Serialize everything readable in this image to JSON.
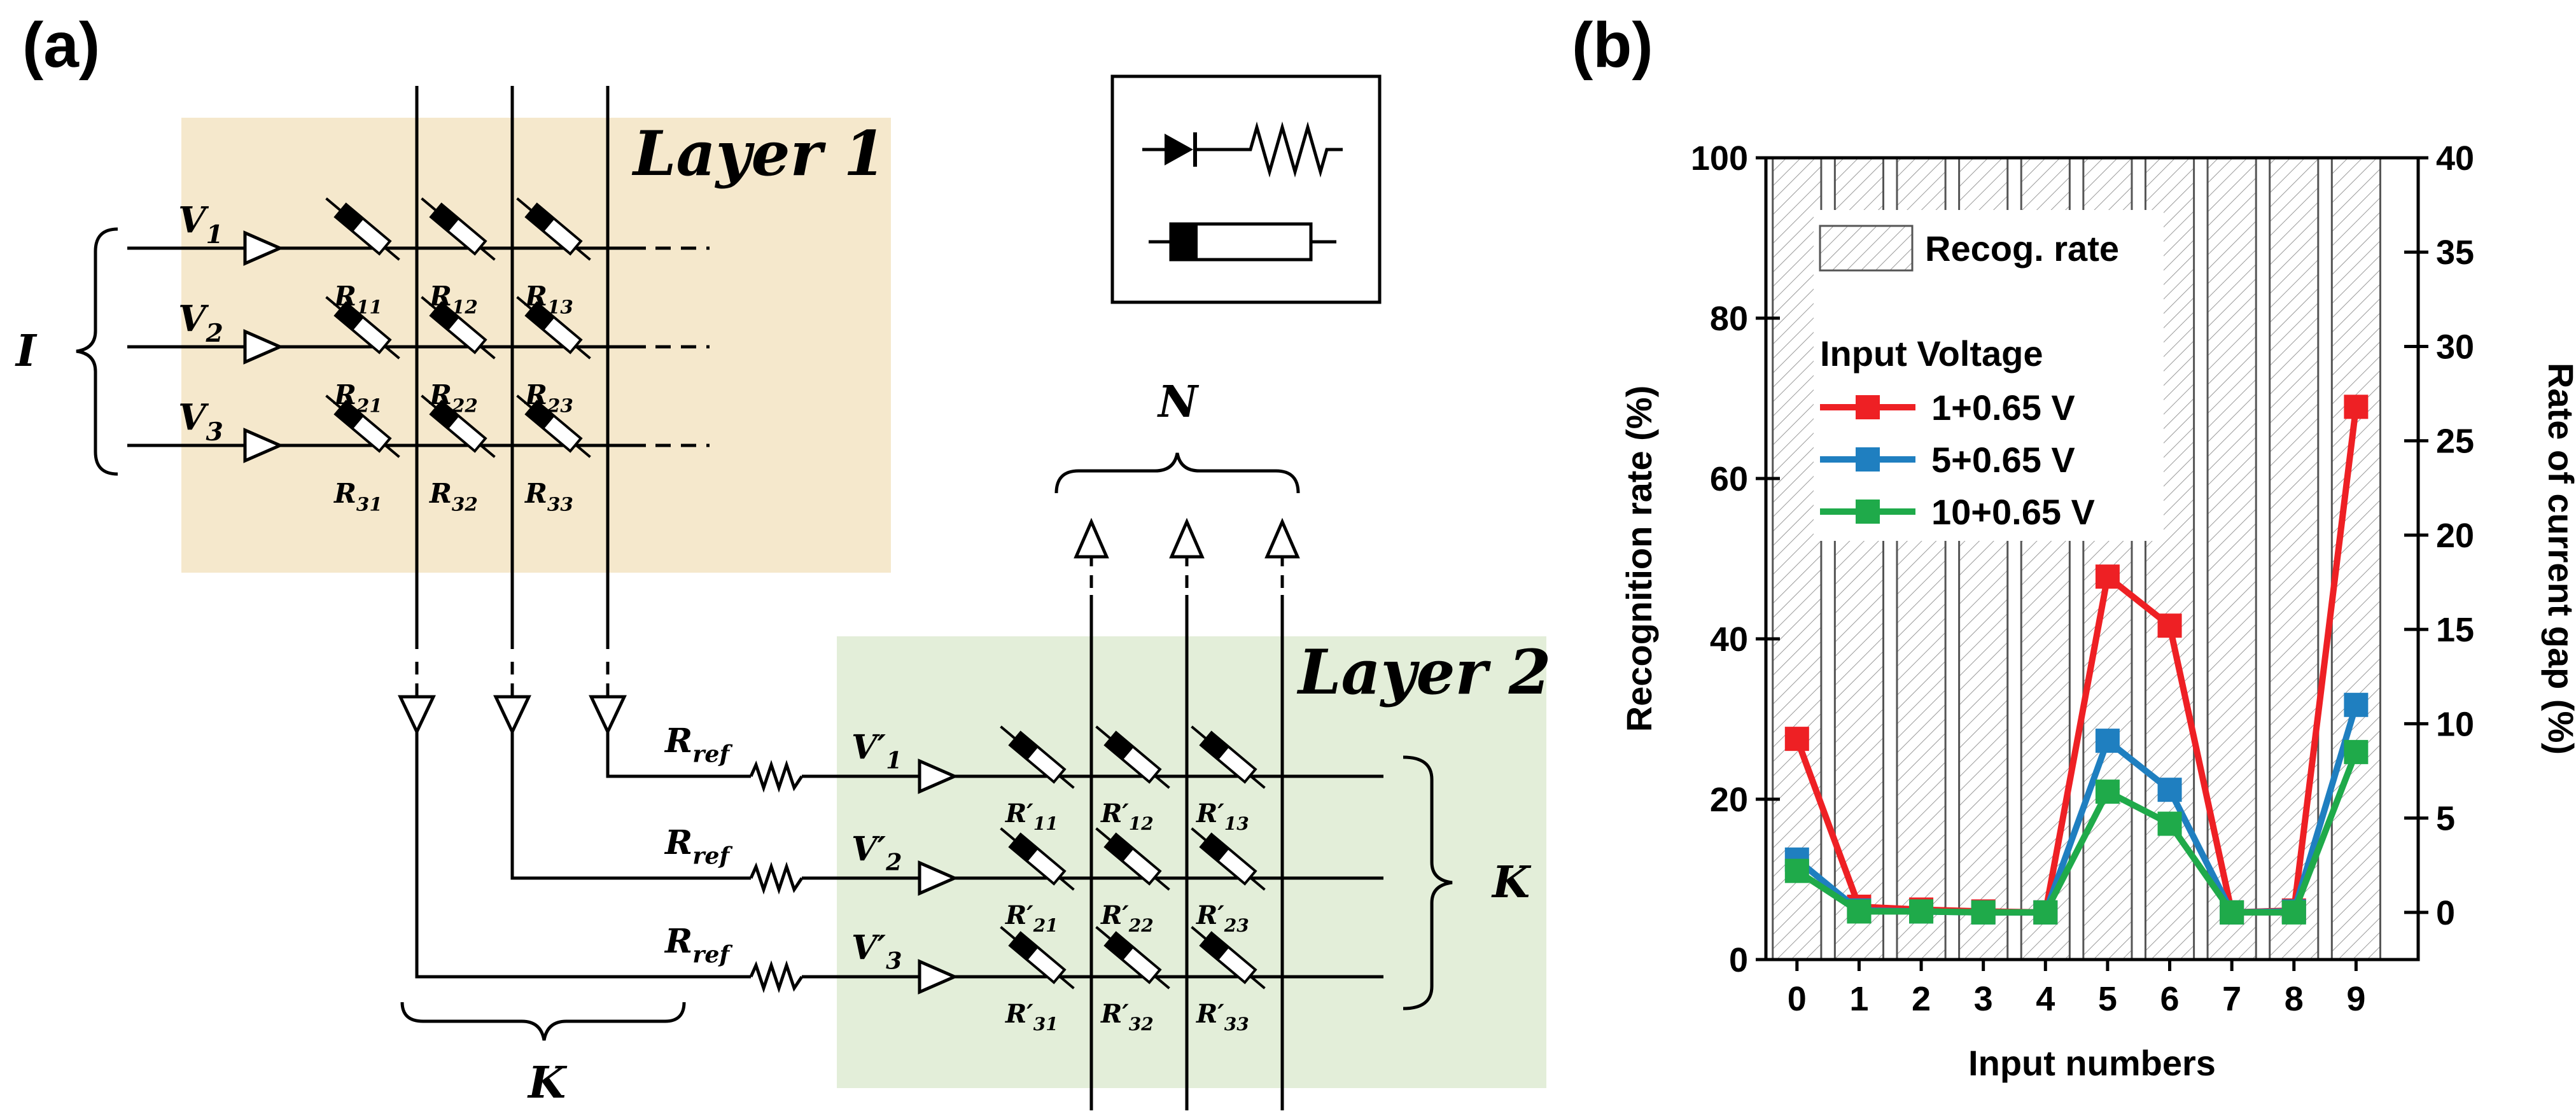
{
  "panels": {
    "a_label": "(a)",
    "b_label": "(b)"
  },
  "diagram": {
    "layer1_title": "Layer 1",
    "layer2_title": "Layer 2",
    "input_group_label": "I",
    "layer1_out_group_label": "K",
    "layer2_in_group_label": "K",
    "output_group_label": "N",
    "layer1_bg": "#f5e8cc",
    "layer2_bg": "#e3eed9",
    "voltages": [
      {
        "sym": "V",
        "prime": "",
        "sub": "1"
      },
      {
        "sym": "V",
        "prime": "",
        "sub": "2"
      },
      {
        "sym": "V",
        "prime": "",
        "sub": "3"
      }
    ],
    "voltages_prime": [
      {
        "sym": "V",
        "prime": "′",
        "sub": "1"
      },
      {
        "sym": "V",
        "prime": "′",
        "sub": "2"
      },
      {
        "sym": "V",
        "prime": "′",
        "sub": "3"
      }
    ],
    "rref": [
      {
        "sym": "R",
        "sub": "ref"
      },
      {
        "sym": "R",
        "sub": "ref"
      },
      {
        "sym": "R",
        "sub": "ref"
      }
    ],
    "layer1_resistors": [
      {
        "sym": "R",
        "prime": "",
        "sub": "11"
      },
      {
        "sym": "R",
        "prime": "",
        "sub": "12"
      },
      {
        "sym": "R",
        "prime": "",
        "sub": "13"
      },
      {
        "sym": "R",
        "prime": "",
        "sub": "21"
      },
      {
        "sym": "R",
        "prime": "",
        "sub": "22"
      },
      {
        "sym": "R",
        "prime": "",
        "sub": "23"
      },
      {
        "sym": "R",
        "prime": "",
        "sub": "31"
      },
      {
        "sym": "R",
        "prime": "",
        "sub": "32"
      },
      {
        "sym": "R",
        "prime": "",
        "sub": "33"
      }
    ],
    "layer2_resistors": [
      {
        "sym": "R",
        "prime": "′",
        "sub": "11"
      },
      {
        "sym": "R",
        "prime": "′",
        "sub": "12"
      },
      {
        "sym": "R",
        "prime": "′",
        "sub": "13"
      },
      {
        "sym": "R",
        "prime": "′",
        "sub": "21"
      },
      {
        "sym": "R",
        "prime": "′",
        "sub": "22"
      },
      {
        "sym": "R",
        "prime": "′",
        "sub": "23"
      },
      {
        "sym": "R",
        "prime": "′",
        "sub": "31"
      },
      {
        "sym": "R",
        "prime": "′",
        "sub": "32"
      },
      {
        "sym": "R",
        "prime": "′",
        "sub": "33"
      }
    ]
  },
  "chart_data": {
    "type": "bar+line",
    "xlabel": "Input numbers",
    "ylabel_left": "Recognition rate (%)",
    "ylabel_right": "Rate of current gap (%)",
    "categories": [
      "0",
      "1",
      "2",
      "3",
      "4",
      "5",
      "6",
      "7",
      "8",
      "9"
    ],
    "ylim_left": [
      0,
      100
    ],
    "ylim_right": [
      -2.5,
      40
    ],
    "yticks_left": [
      "0",
      "20",
      "40",
      "60",
      "80",
      "100"
    ],
    "yticks_right": [
      "0",
      "5",
      "10",
      "15",
      "20",
      "25",
      "30",
      "35",
      "40"
    ],
    "bar_series": {
      "name": "Recog. rate",
      "values": [
        100,
        100,
        100,
        100,
        100,
        100,
        100,
        100,
        100,
        100
      ]
    },
    "legend_title": "Input Voltage",
    "line_series": [
      {
        "name": "1+0.65 V",
        "color": "#ee2024",
        "values": [
          9.2,
          0.3,
          0.15,
          0.05,
          0.0,
          17.8,
          15.2,
          0.0,
          0.1,
          26.8
        ]
      },
      {
        "name": "5+0.65 V",
        "color": "#1f7fc0",
        "values": [
          2.8,
          0.1,
          0.05,
          0.0,
          0.0,
          9.1,
          6.5,
          0.0,
          0.05,
          11.0
        ]
      },
      {
        "name": "10+0.65 V",
        "color": "#1faa4a",
        "values": [
          2.2,
          0.05,
          0.05,
          0.0,
          0.0,
          6.4,
          4.7,
          0.0,
          0.0,
          8.5
        ]
      }
    ],
    "legend_position": "top-left"
  }
}
